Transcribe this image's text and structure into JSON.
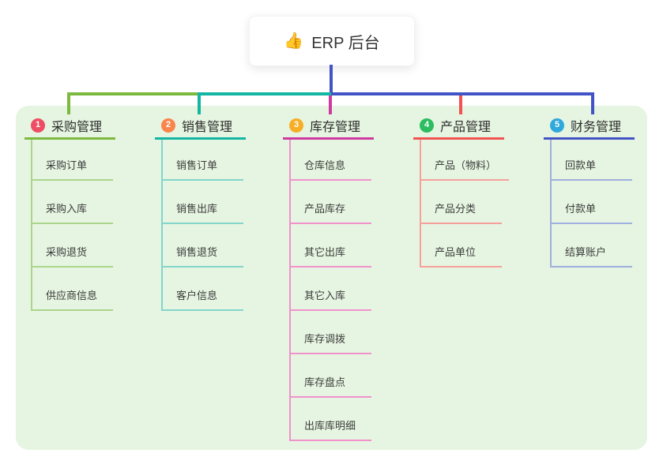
{
  "root": {
    "emoji": "👍",
    "label": "ERP 后台"
  },
  "colors": {
    "panel_bg": "#e6f5e1",
    "root_connector": "#4254c5"
  },
  "branches": [
    {
      "num": "1",
      "title": "采购管理",
      "badge_color": "#ee4e63",
      "line_color": "#7cb93f",
      "light_color": "#abd58c",
      "children": [
        "采购订单",
        "采购入库",
        "采购退货",
        "供应商信息"
      ]
    },
    {
      "num": "2",
      "title": "销售管理",
      "badge_color": "#f9854c",
      "line_color": "#13b5a3",
      "light_color": "#82d6cb",
      "children": [
        "销售订单",
        "销售出库",
        "销售退货",
        "客户信息"
      ]
    },
    {
      "num": "3",
      "title": "库存管理",
      "badge_color": "#f7ae27",
      "line_color": "#ce3aa0",
      "light_color": "#f192cc",
      "children": [
        "仓库信息",
        "产品库存",
        "其它出库",
        "其它入库",
        "库存调拨",
        "库存盘点",
        "出库库明细"
      ]
    },
    {
      "num": "4",
      "title": "产品管理",
      "badge_color": "#2bbd5f",
      "line_color": "#f05352",
      "light_color": "#f6a09c",
      "children": [
        "产品（物料）",
        "产品分类",
        "产品单位"
      ]
    },
    {
      "num": "5",
      "title": "财务管理",
      "badge_color": "#2fa8dc",
      "line_color": "#4254c5",
      "light_color": "#9fafdf",
      "children": [
        "回款单",
        "付款单",
        "结算账户"
      ]
    }
  ]
}
